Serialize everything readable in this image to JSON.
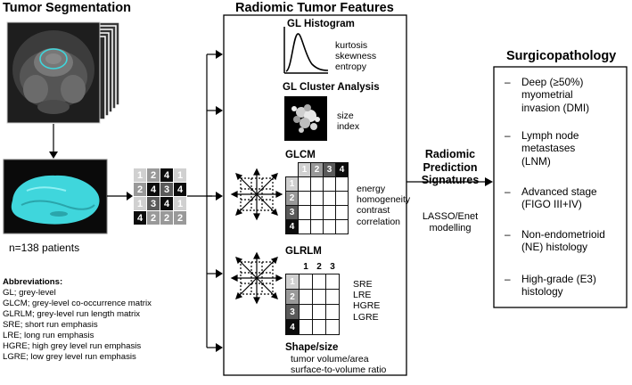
{
  "tumor_segmentation": {
    "title": "Tumor Segmentation",
    "patients": "n=138 patients"
  },
  "abbreviations": {
    "heading": "Abbreviations:",
    "items": [
      "GL; grey-level",
      "GLCM; grey-level co-occurrence matrix",
      "GLRLM; grey-level run length matrix",
      "SRE; short run emphasis",
      "LRE; long run emphasis",
      "HGRE; high grey level run emphasis",
      "LGRE; low grey level run emphasis"
    ]
  },
  "example_matrix": {
    "cells": [
      [
        "1",
        "2",
        "4",
        "1"
      ],
      [
        "2",
        "4",
        "3",
        "4"
      ],
      [
        "1",
        "3",
        "4",
        "1"
      ],
      [
        "4",
        "2",
        "2",
        "2"
      ]
    ]
  },
  "radiomic_features": {
    "title": "Radiomic Tumor Features",
    "gl_histogram": {
      "title": "GL Histogram",
      "features": [
        "kurtosis",
        "skewness",
        "entropy"
      ]
    },
    "gl_cluster": {
      "title": "GL Cluster Analysis",
      "features": [
        "size",
        "index"
      ]
    },
    "glcm": {
      "title": "GLCM",
      "col_labels": [
        "1",
        "2",
        "3",
        "4"
      ],
      "row_labels": [
        "1",
        "2",
        "3",
        "4"
      ],
      "features": [
        "energy",
        "homogeneity",
        "contrast",
        "correlation"
      ]
    },
    "glrlm": {
      "title": "GLRLM",
      "col_labels": [
        "1",
        "2",
        "3"
      ],
      "row_labels": [
        "1",
        "2",
        "3",
        "4"
      ],
      "features": [
        "SRE",
        "LRE",
        "HGRE",
        "LGRE"
      ]
    },
    "shape": {
      "title": "Shape/size",
      "features": [
        "tumor volume/area",
        "surface-to-volume ratio"
      ]
    }
  },
  "prediction": {
    "title_lines": [
      "Radiomic",
      "Prediction",
      "Signatures"
    ],
    "method_lines": [
      "LASSO/Enet",
      "modelling"
    ]
  },
  "surgicopathology": {
    "title": "Surgicopathology",
    "dash": "–",
    "items": [
      [
        "Deep (≥50%)",
        "myometrial",
        "invasion (DMI)"
      ],
      [
        "Lymph node",
        "metastases",
        "(LNM)"
      ],
      [
        "Advanced stage",
        "(FIGO III+IV)"
      ],
      [
        "Non-endometrioid",
        "(NE) histology"
      ],
      [
        "High-grade (E3)",
        "histology"
      ]
    ]
  },
  "colors": {
    "tumor_cyan": "#3fd6dc",
    "frame_border": "#9aa7ad",
    "level_1": "#d0d0d0",
    "level_2": "#999999",
    "level_3": "#5a5a5a",
    "level_4": "#0c0c0c"
  }
}
